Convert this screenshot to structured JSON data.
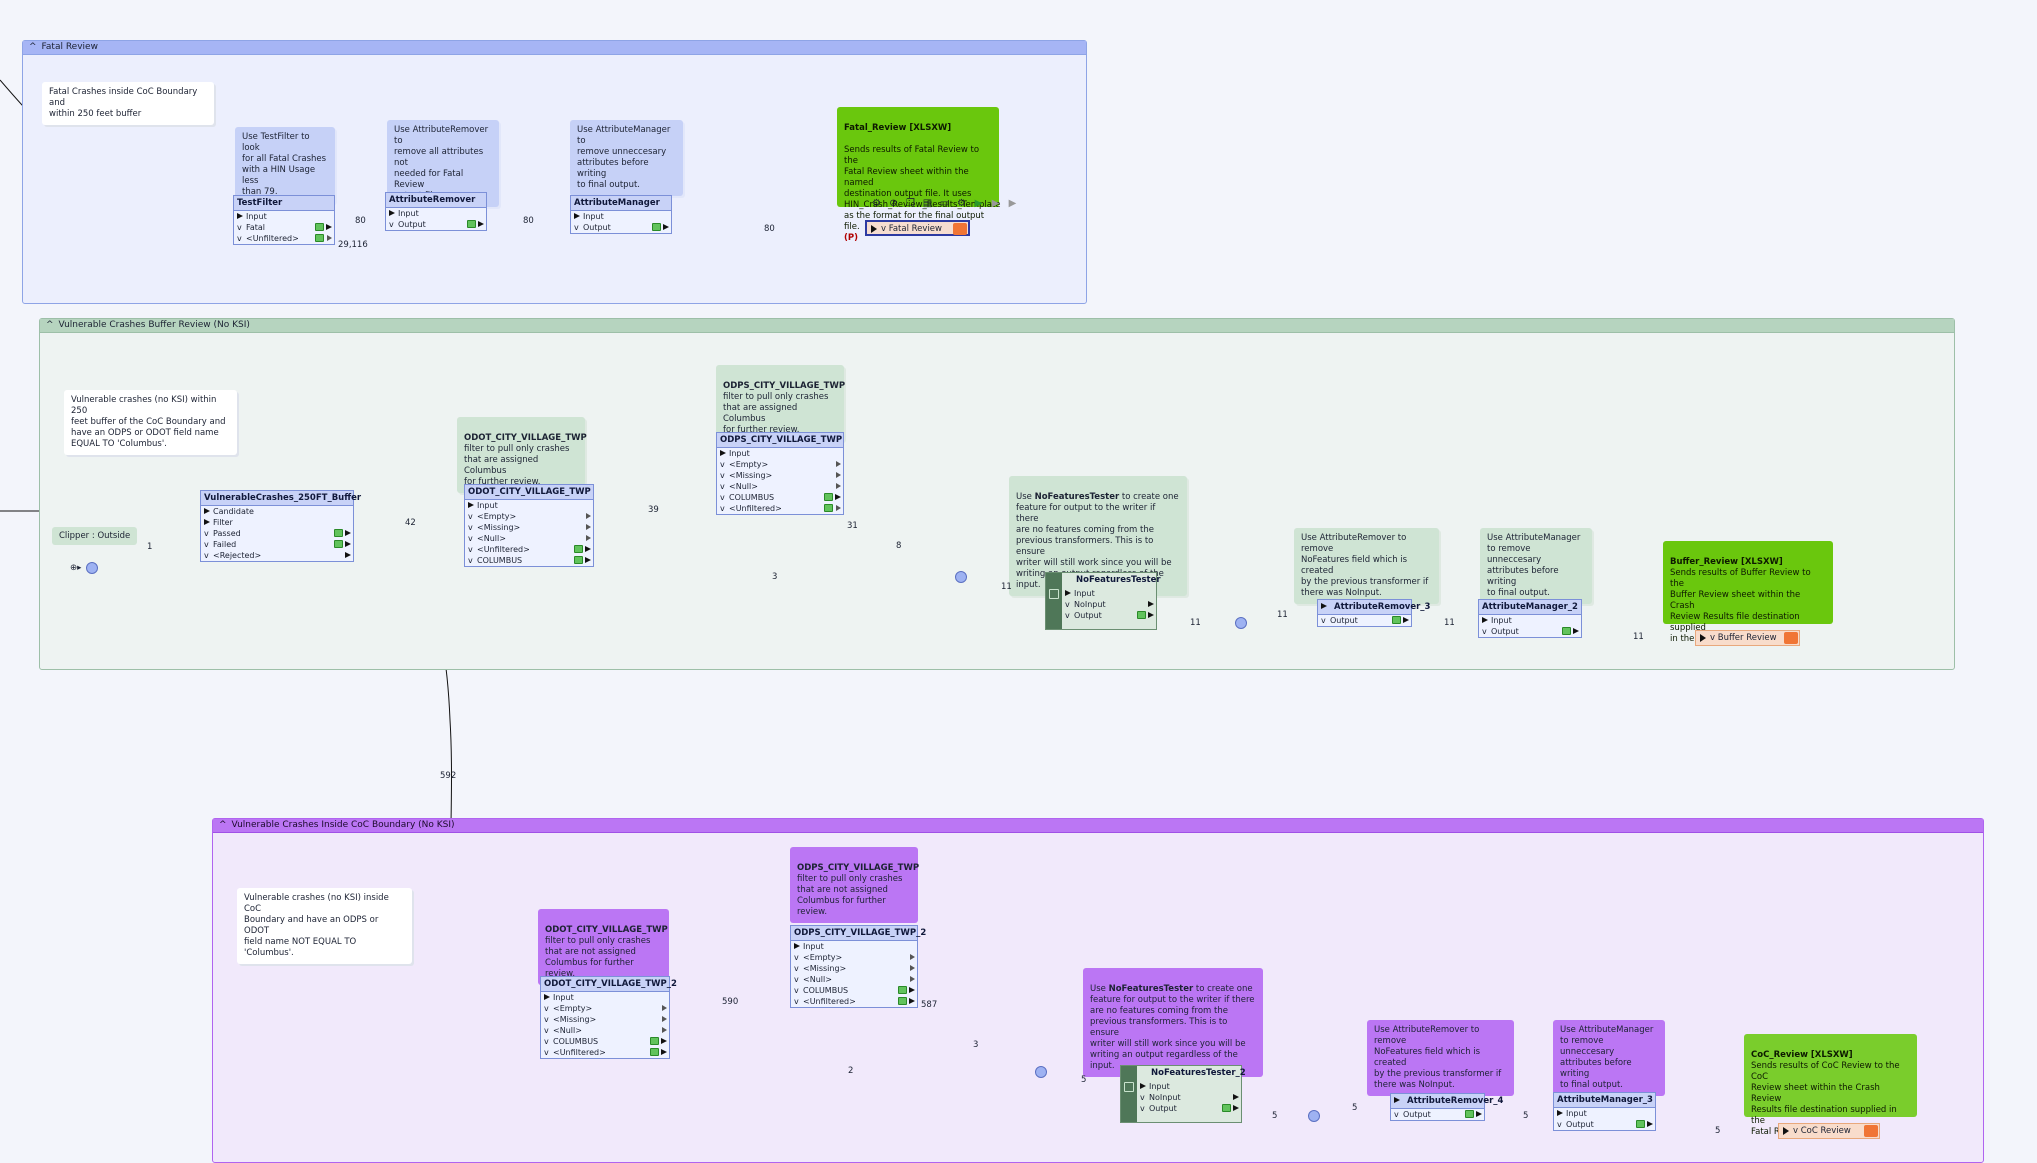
{
  "groups": {
    "fatal": "Fatal Review",
    "buffer": "Vulnerable Crashes Buffer Review (No KSI)",
    "coc": "Vulnerable Crashes Inside CoC Boundary (No KSI)"
  },
  "caret": "^",
  "chev": "v",
  "notes": {
    "fatal_intro": "Fatal Crashes inside CoC Boundary and\nwithin 250 feet buffer",
    "testfilter": "Use TestFilter to look\nfor all Fatal Crashes\nwith a HIN Usage less\nthan 79.",
    "attrremover": "Use AttributeRemover to\nremove all attributes not\nneeded for Fatal Review\noutput file.",
    "attrmanager": "Use AttributeManager to\nremove unneccesary\nattributes before writing\nto final output.",
    "fatal_writer_title": "Fatal_Review [XLSXW]",
    "fatal_writer_body": "Sends results of Fatal Review to the\nFatal Review sheet within the named\ndestination output file.  It uses\nHIN_Crash_Review_Results_Template\nas the format for the final output file.",
    "fatal_writer_p": "(P)",
    "buffer_intro": "Vulnerable crashes (no KSI) within 250\nfeet buffer of the CoC Boundary and\nhave an ODPS or ODOT field name\nEQUAL TO 'Columbus'.",
    "odot_title": "ODOT_CITY_VILLAGE_TWP",
    "odot_body": "filter to pull only crashes\nthat are assigned Columbus\nfor further review.",
    "odps_title": "ODPS_CITY_VILLAGE_TWP",
    "odps_body": "filter to pull only crashes\nthat are assigned Columbus\nfor further review.",
    "nft_pre": "Use ",
    "nft_bold": "NoFeaturesTester",
    "nft_body": " to create one\nfeature for output to the writer if there\nare no features coming from the\nprevious transformers.  This is to ensure\nwriter will still work since you will be\nwriting an output regardless of the input.",
    "ar3": "Use AttributeRemover to remove\nNoFeatures field which is created\nby the previous transformer if\nthere was NoInput.",
    "am2": "Use AttributeManager\nto remove unneccesary\nattributes before writing\nto final output.",
    "buffer_writer_title": "Buffer_Review [XLSXW]",
    "buffer_writer_body": "Sends results of Buffer Review to the\nBuffer Review sheet within the Crash\nReview Results file destination supplied\nin the Fatal Review Writer.",
    "coc_intro": "Vulnerable crashes (no KSI) inside CoC\nBoundary and have an ODPS or ODOT\nfield name NOT EQUAL TO 'Columbus'.",
    "odot2_title": "ODOT_CITY_VILLAGE_TWP",
    "odot2_body": "filter to pull only crashes\nthat are not assigned\nColumbus for further review.",
    "odps2_title": "ODPS_CITY_VILLAGE_TWP",
    "odps2_body": "filter to pull only crashes\nthat are not assigned\nColumbus for further\nreview.",
    "ar4": "Use AttributeRemover to remove\nNoFeatures field which is created\nby the previous transformer if\nthere was NoInput.",
    "am3": "Use AttributeManager\nto remove unneccesary\nattributes before writing\nto final output.",
    "coc_writer_title": "CoC_Review [XLSXW]",
    "coc_writer_body": "Sends results of CoC Review to the CoC\nReview sheet within the Crash Review\nResults file destination supplied in the\nFatal Review Writer."
  },
  "transformers": {
    "testfilter": {
      "name": "TestFilter",
      "ports": [
        "Input",
        "Fatal",
        "<Unfiltered>"
      ]
    },
    "attrremover": {
      "name": "AttributeRemover",
      "ports": [
        "Input",
        "Output"
      ]
    },
    "attrmanager": {
      "name": "AttributeManager",
      "ports": [
        "Input",
        "Output"
      ]
    },
    "vc250": {
      "name": "VulnerableCrashes_250FT_Buffer",
      "ports": [
        "Candidate",
        "Filter",
        "Passed",
        "Failed",
        "<Rejected>"
      ]
    },
    "odot": {
      "name": "ODOT_CITY_VILLAGE_TWP",
      "ports": [
        "Input",
        "<Empty>",
        "<Missing>",
        "<Null>",
        "<Unfiltered>",
        "COLUMBUS"
      ]
    },
    "odps": {
      "name": "ODPS_CITY_VILLAGE_TWP",
      "ports": [
        "Input",
        "<Empty>",
        "<Missing>",
        "<Null>",
        "COLUMBUS",
        "<Unfiltered>"
      ]
    },
    "nft": {
      "name": "NoFeaturesTester",
      "ports": [
        "Input",
        "NoInput",
        "Output"
      ]
    },
    "ar3": {
      "name": "AttributeRemover_3",
      "ports": [
        "Output"
      ]
    },
    "am2": {
      "name": "AttributeManager_2",
      "ports": [
        "Input",
        "Output"
      ]
    },
    "odot2": {
      "name": "ODOT_CITY_VILLAGE_TWP_2",
      "ports": [
        "Input",
        "<Empty>",
        "<Missing>",
        "<Null>",
        "COLUMBUS",
        "<Unfiltered>"
      ]
    },
    "odps2": {
      "name": "ODPS_CITY_VILLAGE_TWP_2",
      "ports": [
        "Input",
        "<Empty>",
        "<Missing>",
        "<Null>",
        "COLUMBUS",
        "<Unfiltered>"
      ]
    },
    "nft2": {
      "name": "NoFeaturesTester_2",
      "ports": [
        "Input",
        "NoInput",
        "Output"
      ]
    },
    "ar4": {
      "name": "AttributeRemover_4",
      "ports": [
        "Output"
      ]
    },
    "am3": {
      "name": "AttributeManager_3",
      "ports": [
        "Input",
        "Output"
      ]
    }
  },
  "clipper": "Clipper : Outside",
  "writers": {
    "fatal": "Fatal Review",
    "buffer": "Buffer Review",
    "coc": "CoC Review"
  },
  "counts": {
    "c80a": "80",
    "c80b": "80",
    "c80c": "80",
    "c29116": "29,116",
    "c42": "42",
    "c1": "1",
    "c39": "39",
    "c31": "31",
    "c8": "8",
    "c3": "3",
    "c11a": "11",
    "c11b": "11",
    "c11c": "11",
    "c11d": "11",
    "c11e": "11",
    "c592": "592",
    "c590": "590",
    "c587": "587",
    "c3b": "3",
    "c2": "2",
    "c5a": "5",
    "c5b": "5",
    "c5c": "5",
    "c5d": "5",
    "c5e": "5"
  }
}
